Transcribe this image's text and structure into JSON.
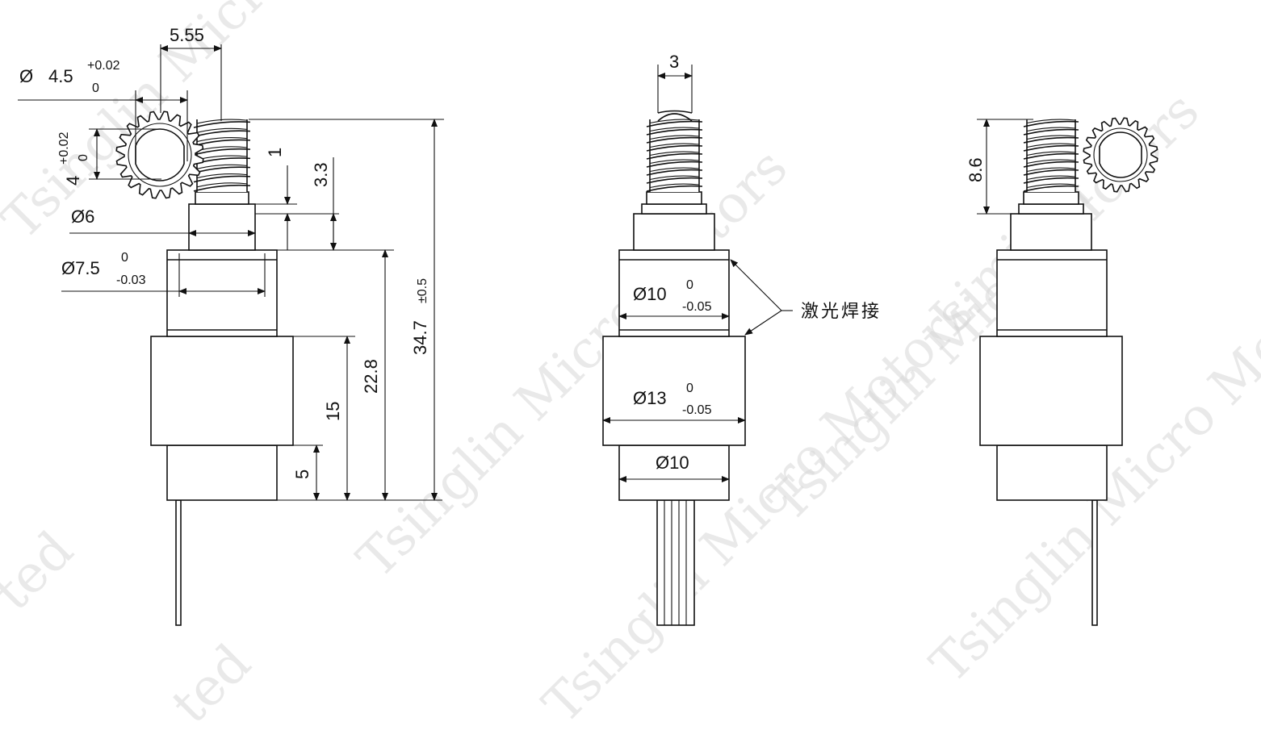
{
  "watermark": {
    "company": "Tsinglin Micro Motors",
    "fragment_limited": "Limited",
    "fragment_ted": "ted"
  },
  "left_view": {
    "worm_dia": "4.5",
    "worm_dia_symbol": "Ø",
    "worm_dia_tol_upper": "+0.02",
    "worm_dia_tol_lower": "0",
    "worm_length": "5.55",
    "worm_center": "4",
    "worm_center_tol_upper": "+0.02",
    "worm_center_tol_lower": "0",
    "gap": "1",
    "neck_height": "3.3",
    "neck_dia": "Ø6",
    "upper_body_dia": "Ø7.5",
    "upper_body_tol_upper": "0",
    "upper_body_tol_lower": "-0.03",
    "main_body_height": "15",
    "base_height": "5",
    "body_total": "22.8",
    "overall_length": "34.7",
    "overall_tol": "±0.5"
  },
  "front_view": {
    "shaft_width": "3",
    "upper_dia": "Ø10",
    "upper_tol_upper": "0",
    "upper_tol_lower": "-0.05",
    "main_dia": "Ø13",
    "main_tol_upper": "0",
    "main_tol_lower": "-0.05",
    "base_dia": "Ø10",
    "weld_note": "激光焊接"
  },
  "right_view": {
    "gear_height": "8.6"
  }
}
